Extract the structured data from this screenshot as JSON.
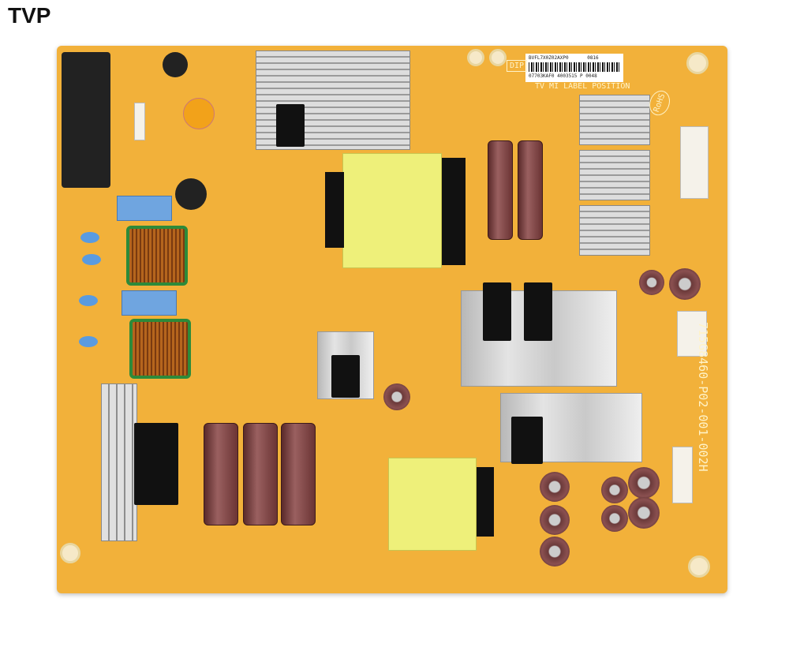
{
  "brand": "TVP",
  "board": {
    "label_sticker_line1": "BVFL7X0Z02AXP0",
    "label_sticker_line2": "0816",
    "label_sticker_line3": "07703KAF0 4003515 P 0048",
    "label_position": "TV MI LABEL POSITION",
    "rohs": "RoHS",
    "part_number": "715G8460-P02-001-002H",
    "dip": "DIP",
    "colors": {
      "board": "#f2b13a",
      "heatsink": "#c9c9c9",
      "transformer": "#eef07a",
      "capacitor": "#7a4040"
    }
  }
}
